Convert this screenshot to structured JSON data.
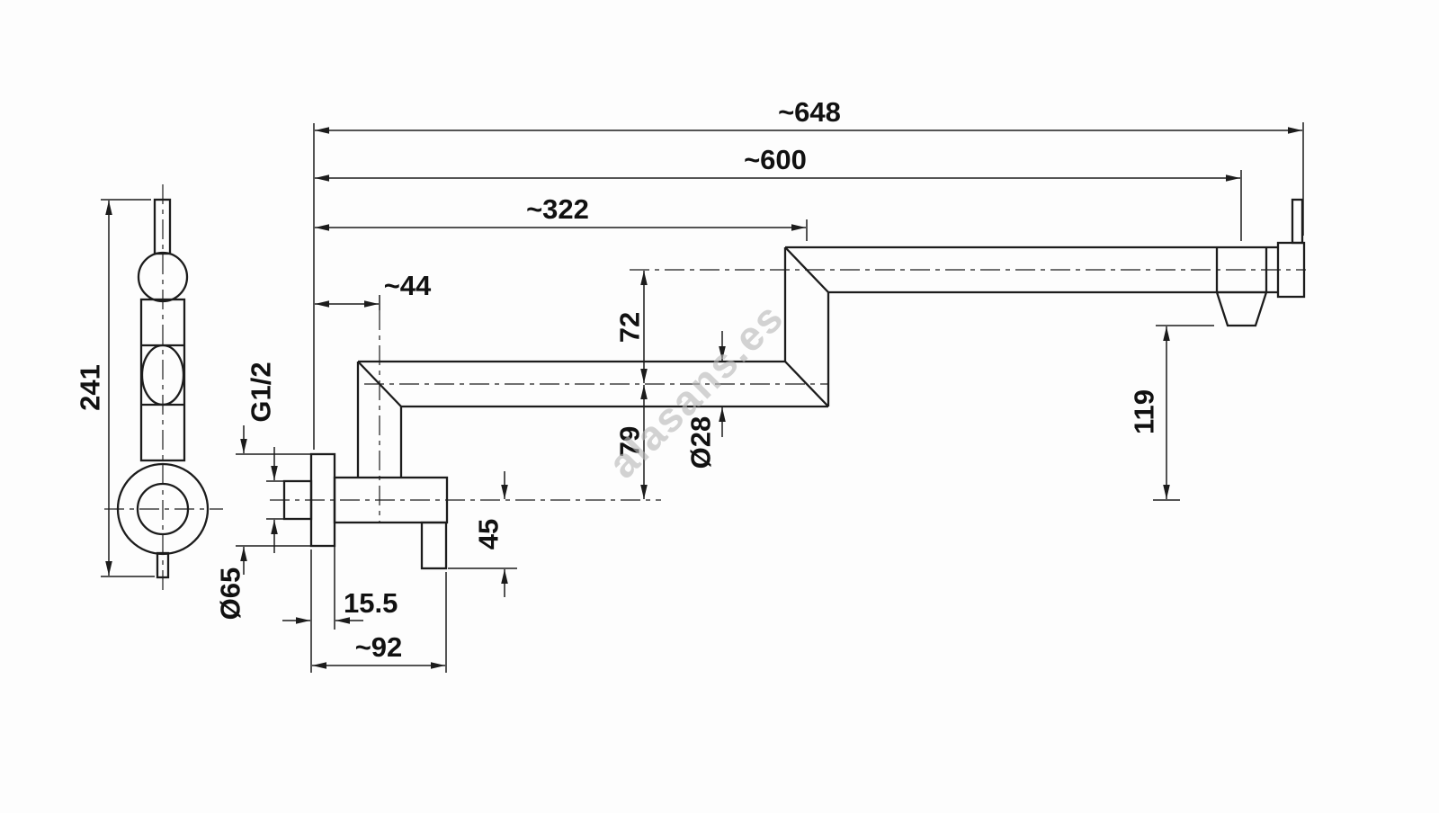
{
  "watermark": "alasans.es",
  "drawing": {
    "type": "technical-dimension-drawing",
    "subject": "wall-mounted pot filler faucet",
    "views": {
      "side_view": {
        "height_label": "241"
      },
      "plan_view": {
        "overall_length": "~648",
        "wall_to_spout_outlet": "~600",
        "wall_to_joint": "~322",
        "wall_to_riser": "~44",
        "joint_offset_upper": "72",
        "joint_offset_lower": "79",
        "pipe_diameter": "Ø28",
        "spout_outlet_drop": "119",
        "outlet_below_center": "45",
        "inlet_thread": "G1/2",
        "flange_diameter": "Ø65",
        "flange_depth": "15.5",
        "wall_to_outlet": "~92"
      }
    }
  }
}
